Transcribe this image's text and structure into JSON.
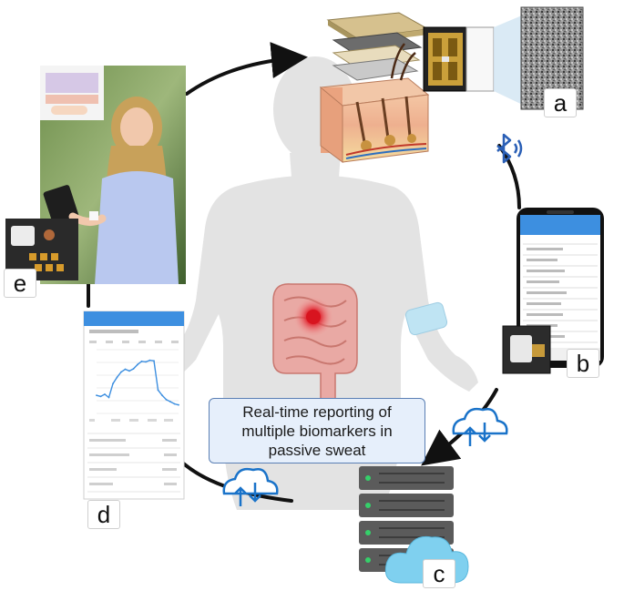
{
  "caption": "Real-time reporting of multiple biomarkers in passive sweat",
  "panels": {
    "a": "a",
    "b": "b",
    "c": "c",
    "d": "d",
    "e": "e"
  },
  "icons": {
    "bluetooth": "bluetooth-icon",
    "cloud_upload": "cloud-upload-icon",
    "cloud_sync": "cloud-sync-icon",
    "server": "server-icon",
    "cloud": "cloud-icon"
  },
  "colors": {
    "arrow": "#111111",
    "silhouette": "#e3e3e3",
    "app_header": "#3d8fe0",
    "cloud": "#7fd0ef",
    "cloud_arrow": "#1a73c9",
    "server": "#5b5b5b",
    "server_led": "#35d06a",
    "inflammation": "#e01f2b",
    "patch": "#bfe4f3"
  },
  "chart_data": {
    "type": "line",
    "x": [
      0,
      1,
      2,
      3,
      4,
      5,
      6,
      7,
      8,
      9,
      10,
      11,
      12,
      13,
      14,
      15,
      16,
      17,
      18,
      19,
      20
    ],
    "values": [
      540,
      520,
      560,
      500,
      760,
      880,
      980,
      1030,
      1000,
      1040,
      1120,
      1180,
      1170,
      1200,
      1190,
      640,
      540,
      460,
      420,
      380,
      360
    ]
  }
}
